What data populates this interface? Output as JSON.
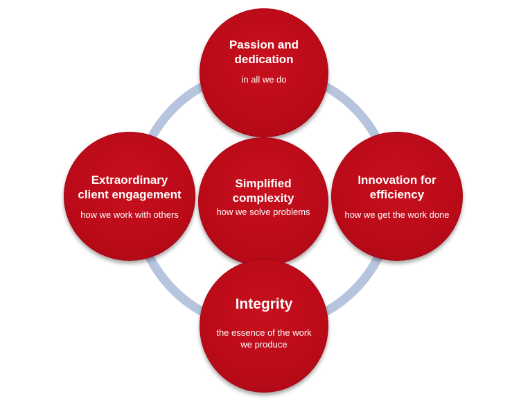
{
  "nodes": {
    "top": {
      "title": "Passion and dedication",
      "subtitle": "in all we do"
    },
    "left": {
      "title": "Extraordinary client engagement",
      "subtitle": "how we work with others"
    },
    "center": {
      "title": "Simplified complexity",
      "subtitle": "how we solve problems"
    },
    "right": {
      "title": "Innovation for efficiency",
      "subtitle": "how we get the work done"
    },
    "bottom": {
      "title": "Integrity",
      "subtitle": "the essence of the work we produce"
    }
  },
  "colors": {
    "node_fill": "#c00d1b",
    "ring": "#b6c5dd",
    "text": "#ffffff"
  }
}
